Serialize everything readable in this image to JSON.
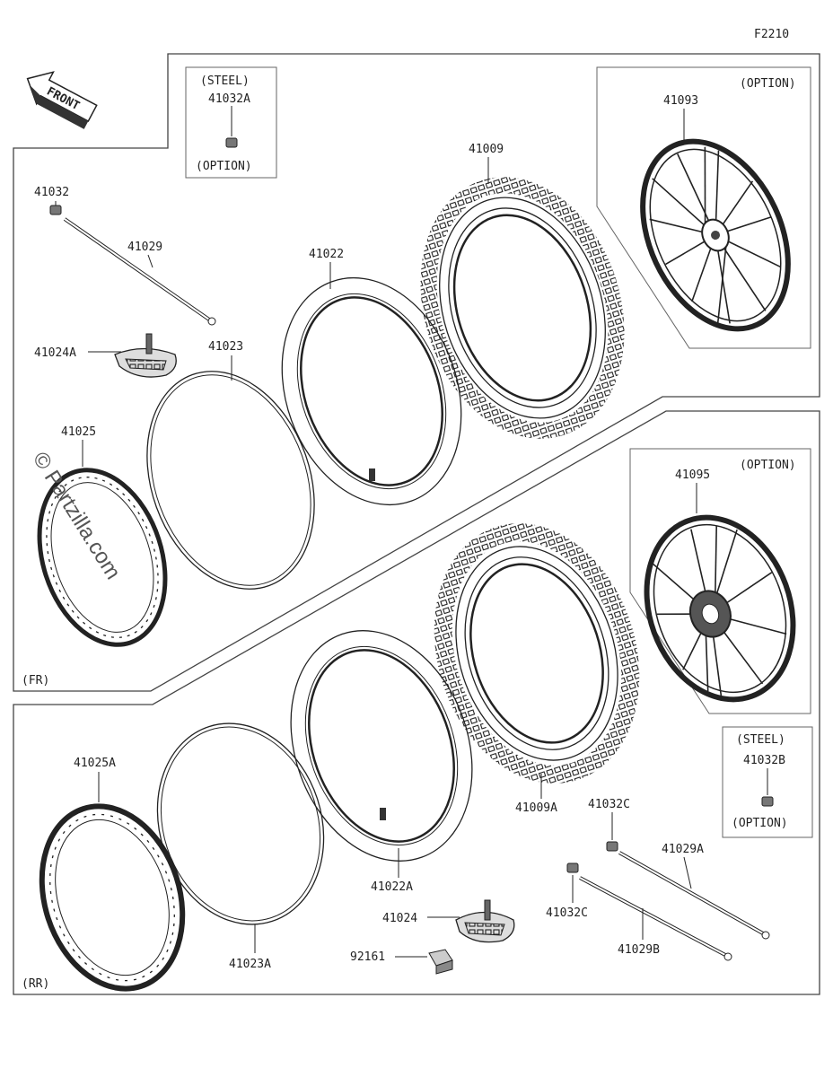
{
  "figure_code": "F2210",
  "front_label": "FRONT",
  "section_labels": {
    "front": "(FR)",
    "rear": "(RR)"
  },
  "watermark": "© Partzilla.com",
  "box_front_steel": {
    "header": "(STEEL)",
    "part": "41032A",
    "footer": "(OPTION)"
  },
  "box_front_wheel": {
    "header": "(OPTION)",
    "part": "41093"
  },
  "box_rear_wheel": {
    "header": "(OPTION)",
    "part": "41095"
  },
  "box_rear_steel": {
    "header": "(STEEL)",
    "part": "41032B",
    "footer": "(OPTION)"
  },
  "parts": {
    "p41032": "41032",
    "p41029": "41029",
    "p41024A": "41024A",
    "p41023": "41023",
    "p41022": "41022",
    "p41009": "41009",
    "p41025": "41025",
    "p41025A": "41025A",
    "p41023A": "41023A",
    "p41022A": "41022A",
    "p41009A": "41009A",
    "p41024": "41024",
    "p92161": "92161",
    "p41032C_top": "41032C",
    "p41032C_bottom": "41032C",
    "p41029A": "41029A",
    "p41029B": "41029B"
  }
}
